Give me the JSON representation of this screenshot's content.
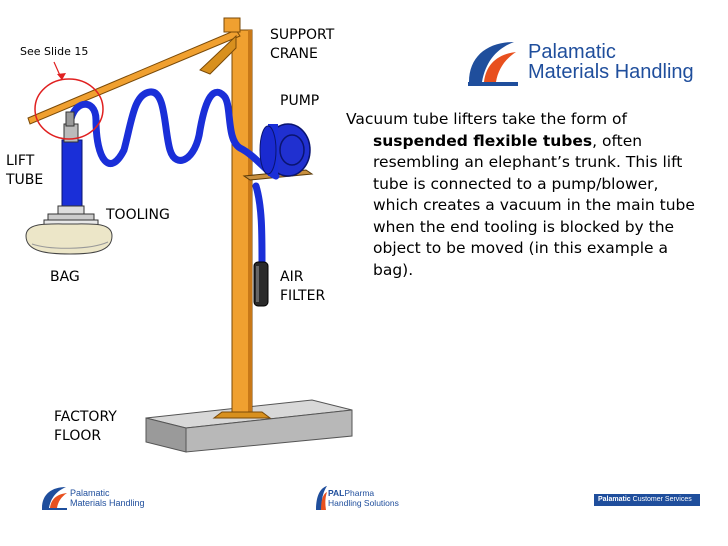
{
  "labels": {
    "see_slide": "See Slide 15",
    "support_crane": "SUPPORT\nCRANE",
    "pump": "PUMP",
    "lift_tube": "LIFT\nTUBE",
    "tooling": "TOOLING",
    "bag": "BAG",
    "air_filter": "AIR\nFILTER",
    "factory_floor": "FACTORY\nFLOOR"
  },
  "body": {
    "intro": "Vacuum tube lifters take the form of ",
    "bold": "suspended flexible tubes",
    "rest": ", often resembling an elephant’s trunk. This lift tube is connected to a pump/blower, which creates a vacuum in the main tube when the end tooling is blocked by the object to be moved (in this example a bag)."
  },
  "logos": {
    "top_line1": "Palamatic",
    "top_line2": "Materials Handling",
    "bl_line1": "Palamatic",
    "bl_line2": "Materials Handling",
    "bm_line1": "PAL",
    "bm_line1b": "Pharma",
    "bm_line2": "Handling Solutions",
    "br_bold": "Palamatic",
    "br_rest": " Customer Services"
  },
  "colors": {
    "brand_blue": "#1f4e9c",
    "brand_orange": "#e8501e",
    "crane_orange": "#f0a030",
    "tube_blue": "#1a2fd8",
    "callout_red": "#e02020"
  }
}
